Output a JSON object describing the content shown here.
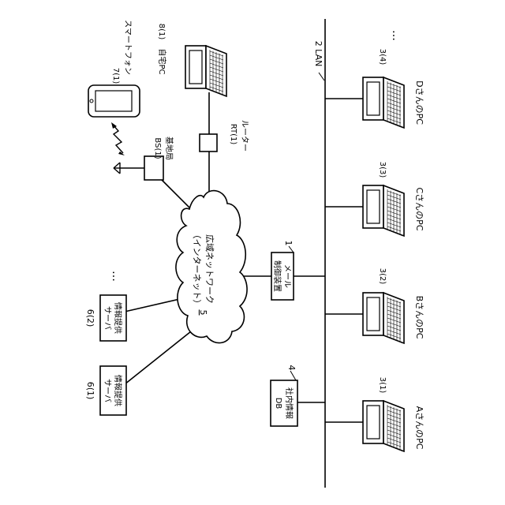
{
  "lan": {
    "label": "2 LAN"
  },
  "mail_controller": {
    "ref": "1",
    "label_lines": [
      "メール",
      "制御装置"
    ]
  },
  "internal_db": {
    "ref": "4",
    "label_lines": [
      "社内情報",
      "DB"
    ]
  },
  "network": {
    "ref": "5",
    "label_lines": [
      "広域ネットワーク",
      "（インターネット）"
    ]
  },
  "info_servers": [
    {
      "ref": "6(1)",
      "label_lines": [
        "情報提供",
        "サーバ"
      ]
    },
    {
      "ref": "6(2)",
      "label_lines": [
        "情報提供",
        "サーバ"
      ]
    }
  ],
  "user_pcs": [
    {
      "ref": "3(1)",
      "name": "AさんのPC"
    },
    {
      "ref": "3(2)",
      "name": "BさんのPC"
    },
    {
      "ref": "3(3)",
      "name": "CさんのPC"
    },
    {
      "ref": "3(4)",
      "name": "DさんのPC"
    }
  ],
  "base_station": {
    "ref": "BS(1)",
    "label": "基地局"
  },
  "router": {
    "ref": "RT(1)",
    "label": "ルーター"
  },
  "home_pc": {
    "ref": "8(1)",
    "label": "自宅PC"
  },
  "smartphone": {
    "ref": "7(1)",
    "label": "スマートフォン"
  },
  "ellipsis": "…"
}
